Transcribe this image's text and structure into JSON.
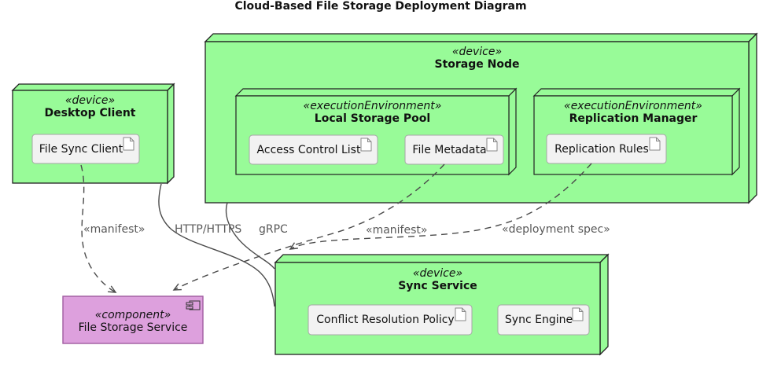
{
  "title": "Cloud-Based File Storage Deployment Diagram",
  "colors": {
    "node_fill": "#98FB98",
    "node_border": "#222222",
    "artifact_fill": "#F2F2F2",
    "artifact_border": "#A6A6A6",
    "component_fill": "#DDA0DD",
    "component_border": "#A05CA0",
    "edge_line": "#4B4B4B",
    "edge_label_color": "#595959"
  },
  "nodes": {
    "desktop_client": {
      "stereotype": "«device»",
      "name": "Desktop Client",
      "artifacts": [
        {
          "label": "File Sync Client"
        }
      ]
    },
    "storage_node": {
      "stereotype": "«device»",
      "name": "Storage Node",
      "environments": [
        {
          "stereotype": "«executionEnvironment»",
          "name": "Local Storage Pool",
          "artifacts": [
            {
              "label": "Access Control List"
            },
            {
              "label": "File Metadata"
            }
          ]
        },
        {
          "stereotype": "«executionEnvironment»",
          "name": "Replication Manager",
          "artifacts": [
            {
              "label": "Replication Rules"
            }
          ]
        }
      ]
    },
    "sync_service": {
      "stereotype": "«device»",
      "name": "Sync Service",
      "artifacts": [
        {
          "label": "Conflict Resolution Policy"
        },
        {
          "label": "Sync Engine"
        }
      ]
    },
    "file_storage_service": {
      "stereotype": "«component»",
      "name": "File Storage Service"
    }
  },
  "edges": [
    {
      "from": "File Sync Client",
      "to": "File Storage Service",
      "label": "«manifest»",
      "style": "dashed-arrow"
    },
    {
      "from": "Desktop Client",
      "to": "Sync Service",
      "label": "HTTP/HTTPS",
      "style": "solid"
    },
    {
      "from": "Storage Node",
      "to": "Sync Service",
      "label": "gRPC",
      "style": "solid"
    },
    {
      "from": "File Metadata",
      "to": "File Storage Service",
      "label": "«manifest»",
      "style": "dashed-arrow"
    },
    {
      "from": "Replication Rules",
      "to": "Sync Service",
      "label": "«deployment spec»",
      "style": "dashed-arrow"
    }
  ]
}
